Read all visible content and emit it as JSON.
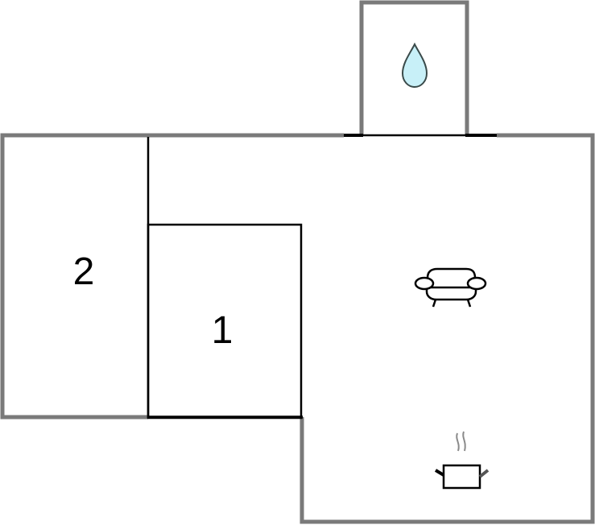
{
  "floorplan": {
    "rooms": [
      {
        "id": "room-2",
        "label": "2",
        "type": "bedroom"
      },
      {
        "id": "room-1",
        "label": "1",
        "type": "bedroom"
      },
      {
        "id": "bathroom",
        "label": "",
        "icon": "water-drop-icon"
      },
      {
        "id": "living-room",
        "label": "",
        "icon": "sofa-icon"
      },
      {
        "id": "kitchen",
        "label": "",
        "icon": "cooking-pot-icon"
      }
    ],
    "colors": {
      "outer_wall": "#7a7a7a",
      "inner_wall": "#000000",
      "water_drop_fill": "#c8f0f8",
      "steam": "#8a8a8a",
      "background": "#ffffff"
    }
  }
}
